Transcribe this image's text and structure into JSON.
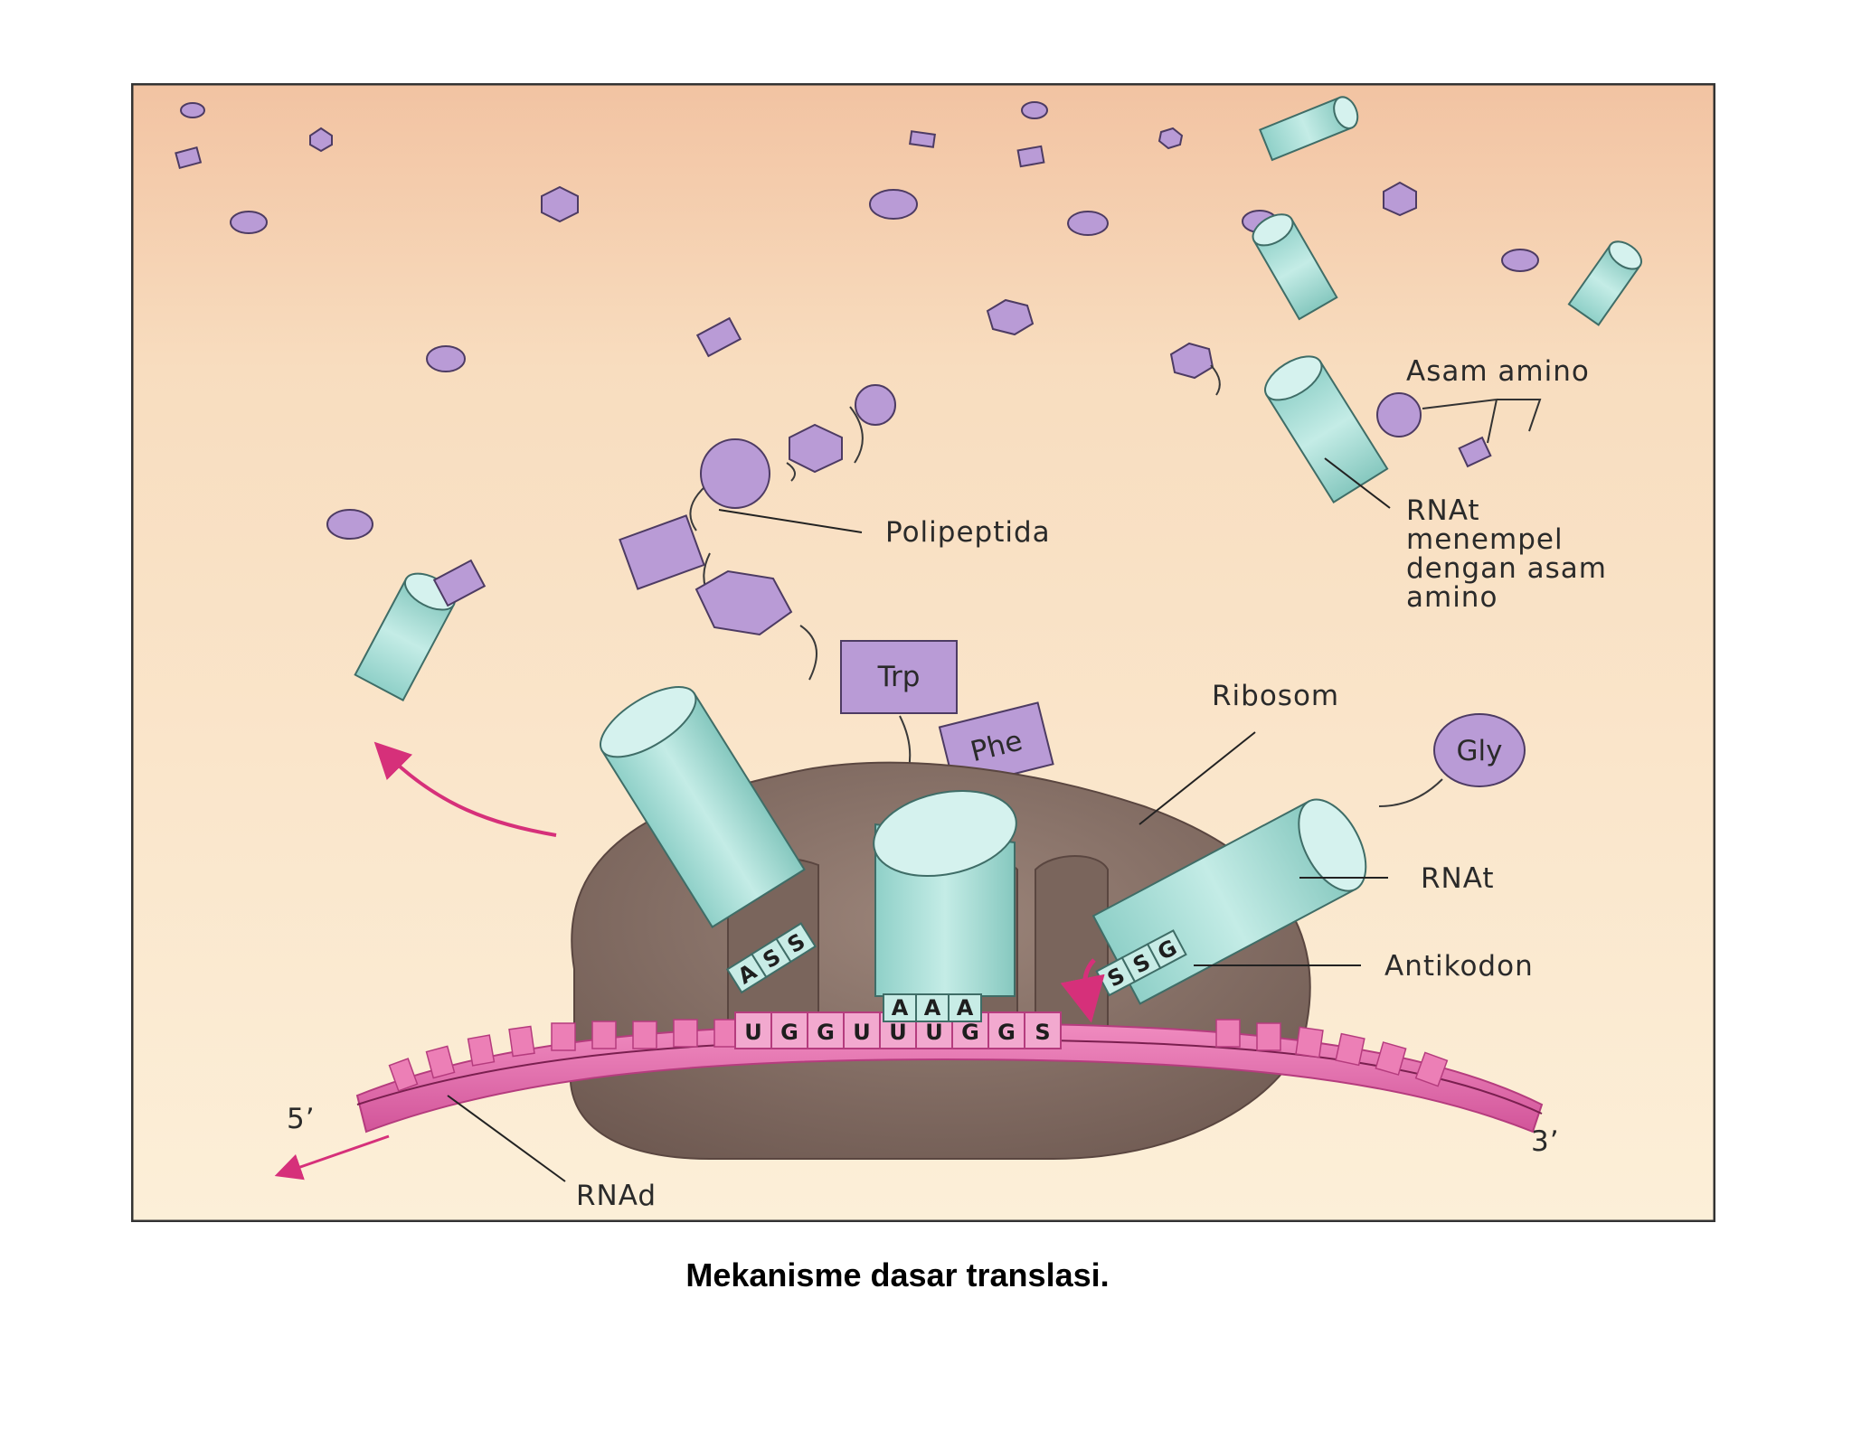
{
  "caption": "Mekanisme dasar translasi.",
  "labels": {
    "asam_amino": "Asam amino",
    "rnat_attached": [
      "RNAt",
      "menempel",
      "dengan asam",
      "amino"
    ],
    "polipeptida": "Polipeptida",
    "ribosom": "Ribosom",
    "rnat": "RNAt",
    "antikodon": "Antikodon",
    "rnad": "RNAd",
    "five_prime": "5’",
    "three_prime": "3’"
  },
  "amino_acids": {
    "trp": "Trp",
    "phe": "Phe",
    "gly": "Gly"
  },
  "codons": [
    "U",
    "G",
    "G",
    "U",
    "U",
    "U",
    "G",
    "G",
    "S"
  ],
  "anticodons": {
    "left": [
      "A",
      "S",
      "S"
    ],
    "middle": [
      "A",
      "A",
      "A"
    ],
    "right": [
      "S",
      "S",
      "G"
    ]
  },
  "colors": {
    "amino_acid": "#b99bd6",
    "trna": "#a9dfd7",
    "ribosome": "#8c756c",
    "mrna": "#e06aa6",
    "arrow": "#d6307a",
    "background_top": "#f3c6a4",
    "background_bottom": "#fcefd6"
  }
}
